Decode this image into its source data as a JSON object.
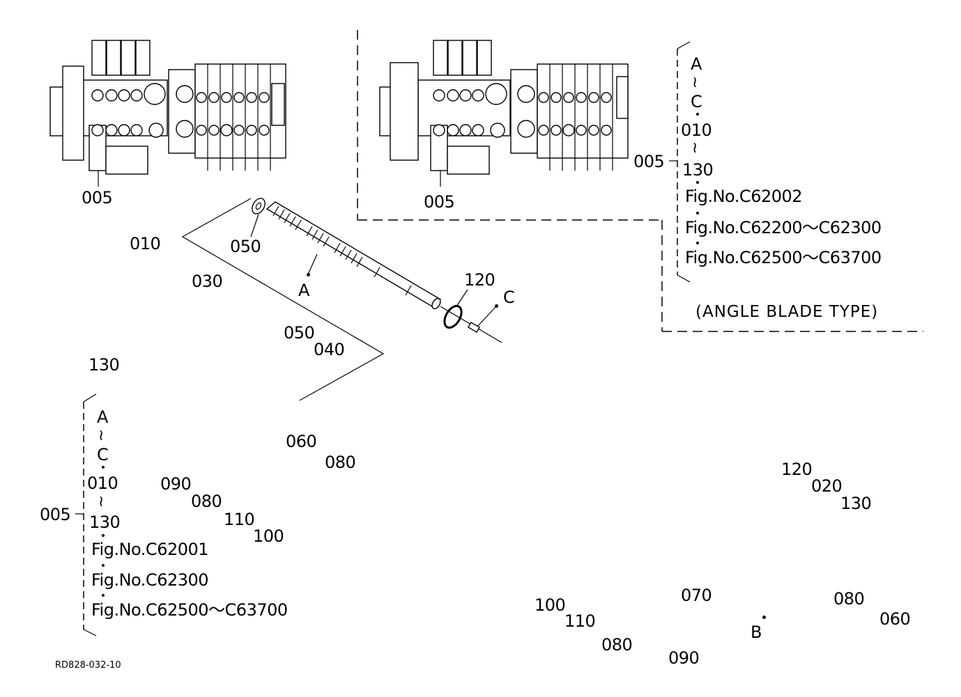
{
  "drawing": {
    "ref_code": "RD828-032-10",
    "variant_caption": "(ANGLE BLADE TYPE)"
  },
  "assembly_views": [
    {
      "id": "standard",
      "callout": "005"
    },
    {
      "id": "angle-blade",
      "callout": "005"
    }
  ],
  "brackets": {
    "upper": {
      "callout": "005",
      "range_a_from": "A",
      "range_a_to": "C",
      "range_b_from": "010",
      "range_b_to": "130",
      "figs": [
        "Fig.No.C62002",
        "Fig.No.C62200～C62300",
        "Fig.No.C62500～C63700"
      ]
    },
    "lower": {
      "callout": "005",
      "range_a_from": "A",
      "range_a_to": "C",
      "range_b_from": "010",
      "range_b_to": "130",
      "figs": [
        "Fig.No.C62001",
        "Fig.No.C62300",
        "Fig.No.C62500～C63700"
      ]
    },
    "tilde_glyph": "≀"
  },
  "callouts": {
    "p010": "010",
    "p130_left": "130",
    "p030": "030",
    "p050_top": "050",
    "p050_mid": "050",
    "p040": "040",
    "spool_a": "A",
    "p120_top": "120",
    "detail_c": "C",
    "p060_left": "060",
    "p080_left": "080",
    "p090_left": "090",
    "p080_lower_left": "080",
    "p110_left": "110",
    "p100_left": "100",
    "p120_right": "120",
    "p020": "020",
    "p130_right": "130",
    "p070": "070",
    "p100_right": "100",
    "p110_right": "110",
    "p080_bottom": "080",
    "p090_bottom": "090",
    "spool_b": "B",
    "p080_right": "080",
    "p060_right": "060"
  }
}
